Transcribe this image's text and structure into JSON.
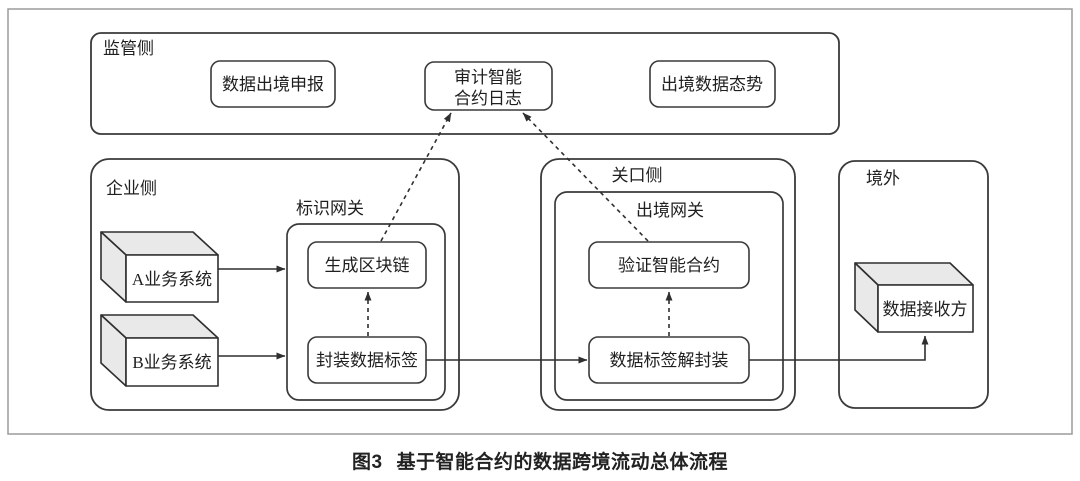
{
  "caption": {
    "label": "图3",
    "title": "基于智能合约的数据跨境流动总体流程"
  },
  "regulator": {
    "label": "监管侧",
    "declaration": "数据出境申报",
    "audit_log_line1": "审计智能",
    "audit_log_line2": "合约日志",
    "situation": "出境数据态势"
  },
  "enterprise": {
    "label": "企业侧",
    "system_a": "A业务系统",
    "system_b": "B业务系统",
    "identity_gateway_label": "标识网关",
    "generate_blockchain": "生成区块链",
    "encapsulate": "封装数据标签"
  },
  "checkpoint": {
    "label": "关口侧",
    "exit_gateway_label": "出境网关",
    "verify_contract": "验证智能合约",
    "decapsulate": "数据标签解封装"
  },
  "overseas": {
    "label": "境外",
    "receiver": "数据接收方"
  },
  "colors": {
    "stroke": "#2f2f2f",
    "outer_border": "#9b9b9b",
    "cuboid_face": "#e9e9e9",
    "background": "#ffffff",
    "text": "#1f1f1f"
  }
}
